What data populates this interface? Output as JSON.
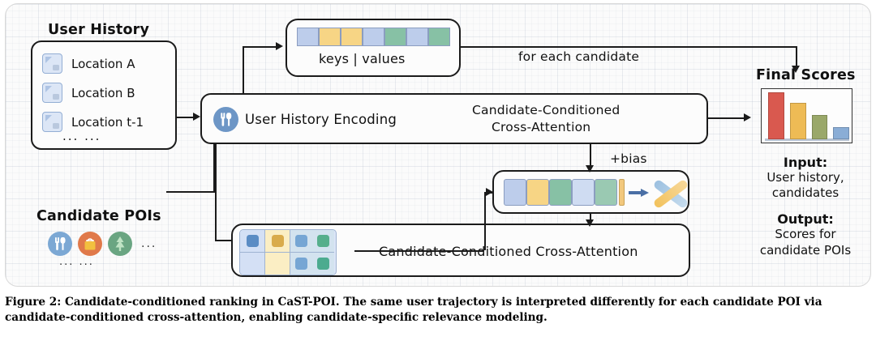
{
  "figure": {
    "caption": "Figure 2: Candidate-conditioned ranking in CaST-POI. The same user trajectory is interpreted differently for each candidate POI via candidate-conditioned cross-attention, enabling candidate-specific relevance modeling."
  },
  "user_history": {
    "title": "User History",
    "items": [
      {
        "label": "Location A",
        "icon": "map-location-icon"
      },
      {
        "label": "Location B",
        "icon": "map-location-icon"
      },
      {
        "label": "Location t-1",
        "icon": "map-location-icon"
      }
    ],
    "ellipsis": "... ..."
  },
  "candidate_pois": {
    "title": "Candidate POIs",
    "icons": [
      {
        "name": "restaurant-poi-icon",
        "color": "#7ca8d4"
      },
      {
        "name": "shopping-poi-icon",
        "color": "#e0794a"
      },
      {
        "name": "park-poi-icon",
        "color": "#6aa582"
      }
    ],
    "ellipsis_inline": "...",
    "ellipsis_below": "...  ..."
  },
  "keys_values": {
    "label": "keys  |  values",
    "cells": [
      "blue",
      "yellow",
      "yellow",
      "blue",
      "green",
      "blue",
      "green"
    ],
    "colors": {
      "blue": "#bdcdeb",
      "yellow": "#f7d585",
      "green": "#87c1a5"
    }
  },
  "encoder": {
    "label": "User History Encoding",
    "icon": "restaurant-circle-icon",
    "attention_line1": "Candidate-Conditioned",
    "attention_line2": "Cross-Attention"
  },
  "flow": {
    "for_each_candidate": "for each candidate",
    "bias": "+bias"
  },
  "bias_row": {
    "cells": [
      "blue",
      "yellow",
      "green",
      "blue-light",
      "green-light"
    ],
    "arrow": "right-arrow-icon",
    "cross_icon": "crossed-bars-icon"
  },
  "bottom": {
    "label": "Candidate-Conditioned Cross-Attention",
    "grid": {
      "columns": [
        "blue",
        "yellow",
        "wide-blue"
      ],
      "rows": 2
    }
  },
  "final_scores": {
    "title": "Final Scores",
    "bars": [
      {
        "color": "#d9594f",
        "height_pct": 100
      },
      {
        "color": "#eebb55",
        "height_pct": 78
      },
      {
        "color": "#9aa86a",
        "height_pct": 52
      },
      {
        "color": "#8aadd6",
        "height_pct": 26
      }
    ]
  },
  "io": {
    "input_heading": "Input:",
    "input_line1": "User history,",
    "input_line2": "candidates",
    "output_heading": "Output:",
    "output_line1": "Scores for",
    "output_line2": "candidate POIs"
  }
}
